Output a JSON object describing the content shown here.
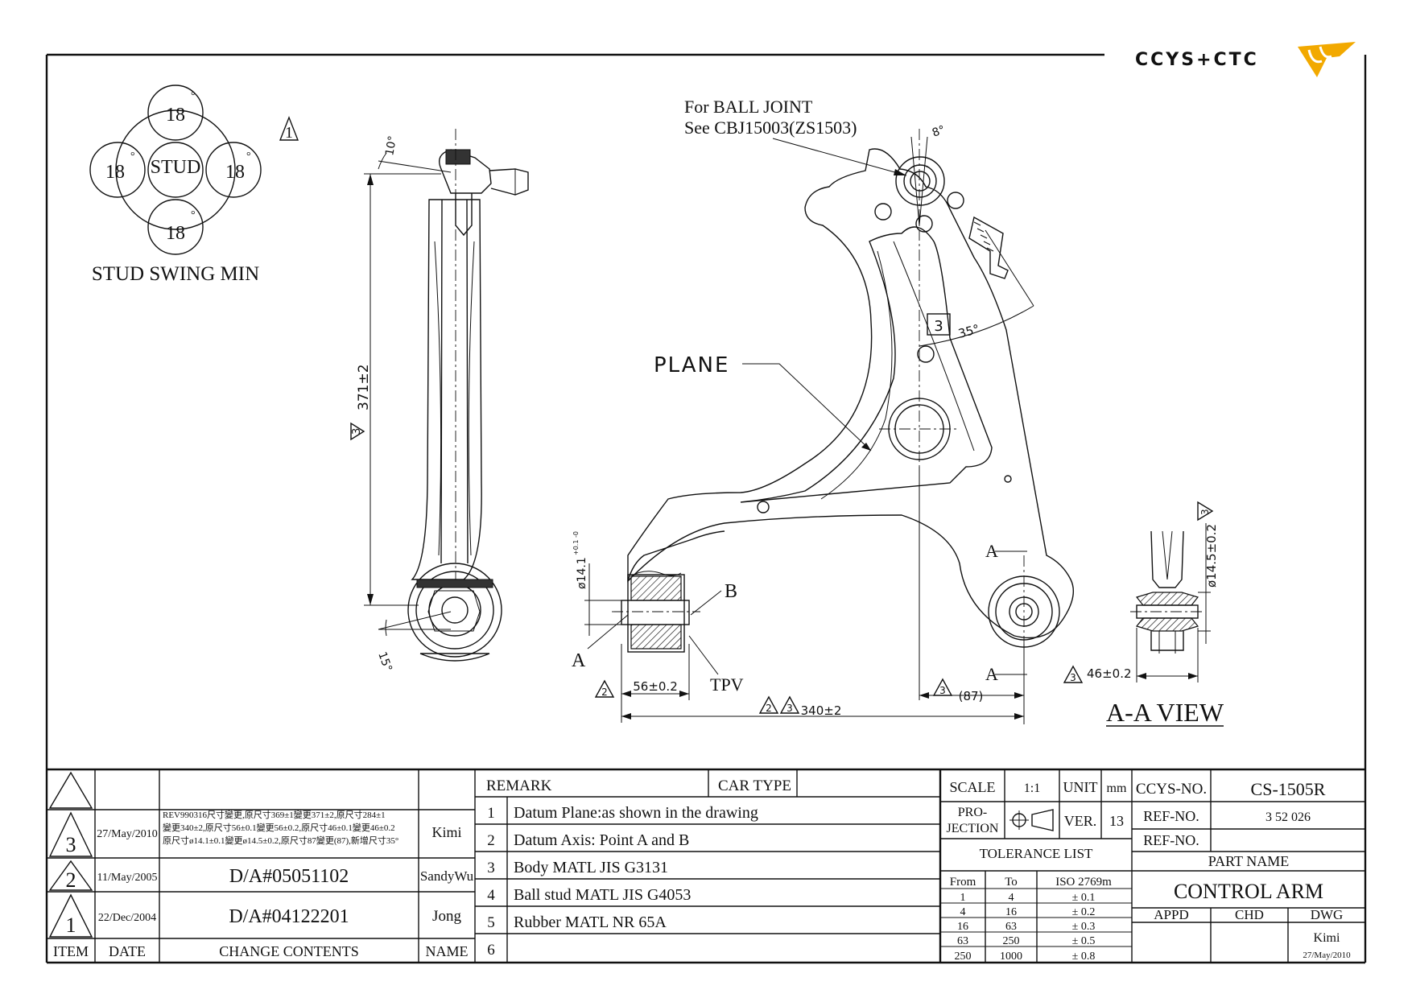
{
  "brand": {
    "logo_text": "CCYS+CTC"
  },
  "stud_swing": {
    "center_label": "STUD",
    "values": [
      "18",
      "18",
      "18",
      "18"
    ],
    "degree_mark": "°",
    "caption": "STUD SWING MIN",
    "rev_mark": "1"
  },
  "callouts": {
    "ball_joint_line1": "For BALL JOINT",
    "ball_joint_line2": "See CBJ15003(ZS1503)",
    "plane": "PLANE",
    "point_a": "A",
    "point_b": "B",
    "tpv": "TPV",
    "section_a1": "A",
    "section_a2": "A",
    "aa_view": "A-A VIEW"
  },
  "dimensions": {
    "angle_10": "10°",
    "angle_15": "15°",
    "angle_8": "8°",
    "angle_35": "35°",
    "length_371": "371±2",
    "dia_141": "ø14.1",
    "dia_141_tol": "+0.1 -0",
    "dia_145": "ø14.5±0.2",
    "width_56": "56±0.2",
    "length_340": "340±2",
    "ref_87": "(87)",
    "width_46": "46±0.2",
    "rev_marks": [
      "3",
      "3",
      "2",
      "3",
      "3",
      "3",
      "3",
      "3"
    ]
  },
  "revision_table": {
    "header_item": "ITEM",
    "header_date": "DATE",
    "header_change": "CHANGE CONTENTS",
    "header_name": "NAME",
    "rows": [
      {
        "item": "3",
        "date": "27/May/2010",
        "change_lines": [
          "REV990316尺寸變更,原尺寸369±1變更371±2,原尺寸284±1",
          "變更340±2,原尺寸56±0.1變更56±0.2,原尺寸46±0.1變更46±0.2",
          "原尺寸ø14.1±0.1變更ø14.5±0.2,原尺寸87變更(87),新增尺寸35°"
        ],
        "name": "Kimi"
      },
      {
        "item": "2",
        "date": "11/May/2005",
        "change": "D/A#05051102",
        "name": "SandyWu"
      },
      {
        "item": "1",
        "date": "22/Dec/2004",
        "change": "D/A#04122201",
        "name": "Jong"
      }
    ]
  },
  "remarks": {
    "header": "REMARK",
    "car_type_label": "CAR TYPE",
    "items": [
      {
        "no": "1",
        "text": "Datum Plane:as shown in the drawing"
      },
      {
        "no": "2",
        "text": "Datum Axis: Point A and B"
      },
      {
        "no": "3",
        "text": "Body MATL JIS G3131"
      },
      {
        "no": "4",
        "text": "Ball stud MATL JIS G4053"
      },
      {
        "no": "5",
        "text": "Rubber MATL NR 65A"
      },
      {
        "no": "6",
        "text": ""
      }
    ]
  },
  "title_block": {
    "scale_label": "SCALE",
    "scale_value": "1:1",
    "unit_label": "UNIT",
    "unit_value": "mm",
    "projection_line1": "PRO-",
    "projection_line2": "JECTION",
    "ver_label": "VER.",
    "ver_value": "13",
    "tolerance_title": "TOLERANCE LIST",
    "tol_headers": [
      "From",
      "To",
      "ISO 2769m"
    ],
    "tol_rows": [
      [
        "1",
        "4",
        "± 0.1"
      ],
      [
        "4",
        "16",
        "± 0.2"
      ],
      [
        "16",
        "63",
        "± 0.3"
      ],
      [
        "63",
        "250",
        "± 0.5"
      ],
      [
        "250",
        "1000",
        "± 0.8"
      ]
    ],
    "ccys_no_label": "CCYS-NO.",
    "ccys_no_value": "CS-1505R",
    "ref_no_label_1": "REF-NO.",
    "ref_no_value_1": "3 52 026",
    "ref_no_label_2": "REF-NO.",
    "ref_no_value_2": "",
    "part_name_label": "PART NAME",
    "part_name_value": "CONTROL ARM",
    "appd_label": "APPD",
    "chd_label": "CHD",
    "dwg_label": "DWG",
    "dwg_by": "Kimi",
    "dwg_date": "27/May/2010"
  }
}
